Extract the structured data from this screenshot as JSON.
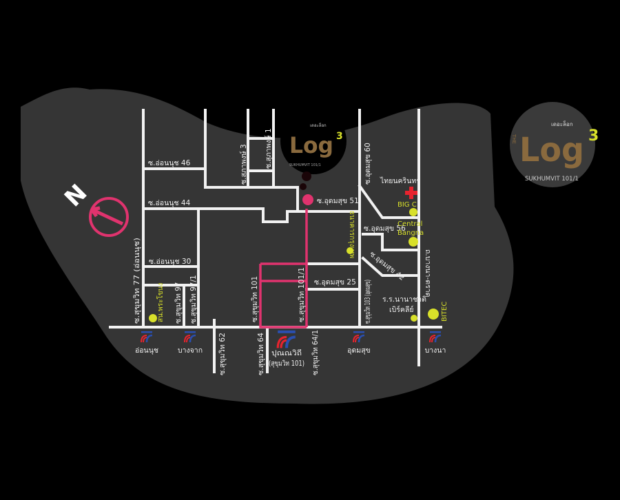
{
  "colors": {
    "background": "#000000",
    "land": "#353535",
    "road": "#f2f2f2",
    "route": "#e0336e",
    "landmark": "#d8e02a",
    "logo": "#8a6a3e",
    "hospital": "#e8232e"
  },
  "compass": {
    "label": "N"
  },
  "logo": {
    "the": "THE",
    "word": "Log",
    "sup": "3",
    "thai": "เดอะล็อก",
    "sub": "SUKHUMVIT 101/1"
  },
  "roads": {
    "onnut46": "ซ.อ่อนนุช 46",
    "onnut44": "ซ.อ่อนนุช 44",
    "onnut30": "ซ.อ่อนนุช 30",
    "suk77": "ซ.สุขุมวิท 77 (อ่อนนุช)",
    "suk97": "ซ.สุขุมวิท 97",
    "suk971": "ซ.สุขุมวิท 97/1",
    "suk62": "ซ.สุขุมวิท 62",
    "suk64": "ซ.สุขุมวิท 64",
    "suk641": "ซ.สุขุมวิท 64/1",
    "suk101": "ซ.สุขุมวิท 101",
    "suk1011": "ซ.สุขุมวิท 101/1",
    "supa3": "ซ.สุภาพงษ์ 3",
    "supa1": "ซ.สุภาพงษ์ 1",
    "udom51": "ซ.อุดมสุข 51",
    "udom60": "ซ.อุดมสุข 60",
    "udom56": "ซ.อุดมสุข 56",
    "udom42": "ซ.อุดมสุข 42",
    "udom25": "ซ.อุดมสุข 25",
    "suk103": "ซ.สุขุมวิท 103 (อุดมสุข)",
    "bangnatrad": "ถ.บางนา-ตราด"
  },
  "landmarks": {
    "police": "สน.พระโขนง",
    "bank": "ธนาคารกรุงเทพ",
    "hospital": "ไทยนครินทร์",
    "bigc": "BIG C",
    "central1": "Central",
    "central2": "Bangna",
    "school1": "ร.ร.นานาชาติ",
    "school2": "เบิร์คลีย์",
    "bitec": "BITEC"
  },
  "bts": {
    "logo": "BTS",
    "stations": [
      "อ่อนนุช",
      "บางจาก",
      "ปุณณวิถี",
      "อุดมสุข",
      "บางนา"
    ],
    "punnawithi_sub": "(สุขุมวิท 101)"
  }
}
